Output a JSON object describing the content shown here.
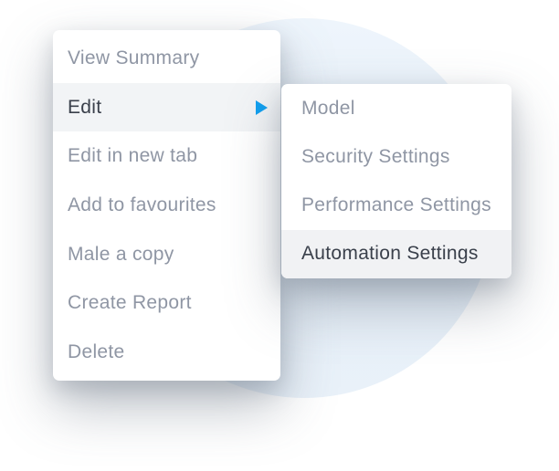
{
  "background": {
    "circle_color_top": "#eef5fc",
    "circle_color_bottom": "#e9f1f9"
  },
  "context_menu": {
    "items": [
      {
        "label": "View Summary",
        "state": "default"
      },
      {
        "label": "Edit",
        "state": "highlighted",
        "has_submenu": true
      },
      {
        "label": "Edit in new tab",
        "state": "default"
      },
      {
        "label": "Add to favourites",
        "state": "default"
      },
      {
        "label": "Male a copy",
        "state": "default"
      },
      {
        "label": "Create Report",
        "state": "default"
      },
      {
        "label": "Delete",
        "state": "default"
      }
    ]
  },
  "submenu": {
    "parent": "Edit",
    "items": [
      {
        "label": "Model",
        "state": "default"
      },
      {
        "label": "Security Settings",
        "state": "default"
      },
      {
        "label": "Performance Settings",
        "state": "default"
      },
      {
        "label": "Automation Settings",
        "state": "highlighted"
      }
    ]
  },
  "icons": {
    "submenu_arrow": "right-triangle"
  },
  "colors": {
    "panel_background": "#ffffff",
    "item_text": "#8f96a4",
    "item_text_active": "#3a404b",
    "item_highlight_main": "#f2f4f6",
    "item_highlight_sub": "#f1f2f4",
    "arrow_blue": "#0f9ff0"
  }
}
